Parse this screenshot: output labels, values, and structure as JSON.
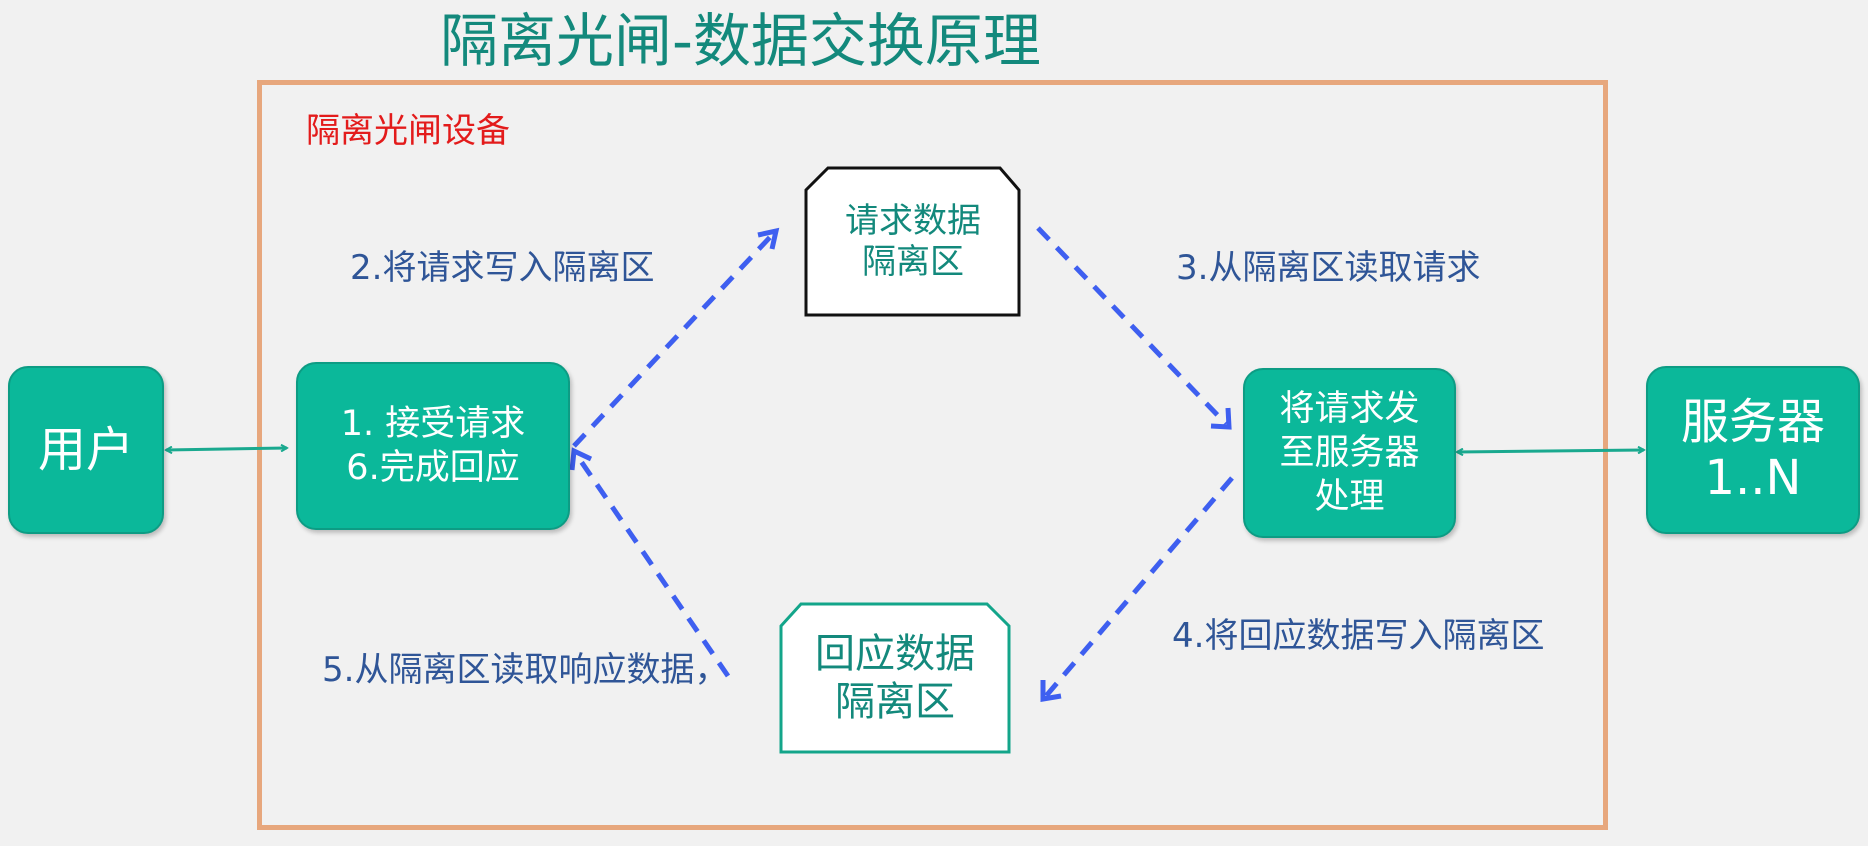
{
  "title": "隔离光闸-数据交换原理",
  "device_label": "隔离光闸设备",
  "nodes": {
    "user": "用户",
    "client_side": "1.  接受请求\n6.完成回应",
    "server_side": "将请求发\n至服务器\n处理",
    "servers": "服务器\n1..N",
    "request_zone": "请求数据\n隔离区",
    "response_zone": "回应数据\n隔离区"
  },
  "steps": {
    "step2": "2.将请求写入隔离区",
    "step3": "3.从隔离区读取请求",
    "step4": "4.将回应数据写入隔离区",
    "step5": "5.从隔离区读取响应数据，"
  },
  "colors": {
    "title": "#13897c",
    "device_label": "#e31b1b",
    "frame": "#e7a77d",
    "node_fill": "#0bb89a",
    "step_text": "#2f5597",
    "dashed_arrow": "#3e5ff0",
    "connector": "#1aa98f"
  }
}
